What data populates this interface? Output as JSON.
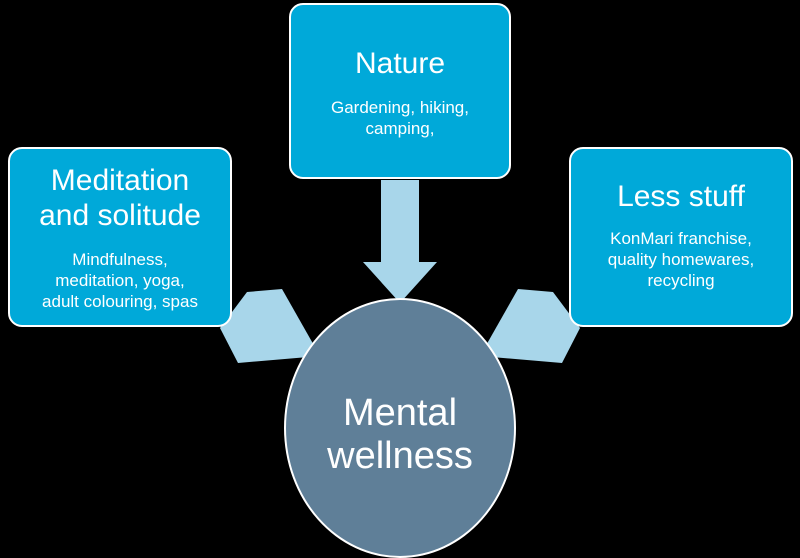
{
  "diagram": {
    "center": {
      "label": "Mental\nwellness"
    },
    "boxes": [
      {
        "id": "nature",
        "title": "Nature",
        "description": "Gardening, hiking,\ncamping,"
      },
      {
        "id": "meditation",
        "title": "Meditation\nand solitude",
        "description": "Mindfulness,\nmeditation, yoga,\nadult colouring, spas"
      },
      {
        "id": "less-stuff",
        "title": "Less stuff",
        "description": "KonMari franchise,\nquality homewares,\nrecycling"
      }
    ],
    "colors": {
      "background": "#000000",
      "box_fill": "#00a9d9",
      "circle_fill": "#5f7f98",
      "arrow_fill": "#a8d6ea",
      "text": "#ffffff"
    }
  }
}
